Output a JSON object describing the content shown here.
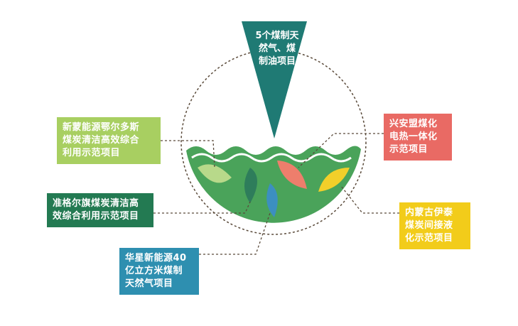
{
  "diagram": {
    "center_label": {
      "lines": [
        "5个煤制天",
        "然气、煤",
        "制油项目"
      ],
      "color": "#1f7a74"
    },
    "bowl_color": "#4aa35a",
    "items": [
      {
        "lines": [
          "新蒙能源鄂尔多斯",
          "煤炭清洁高效综合",
          "利用示范项目"
        ],
        "color": "#a8cf61",
        "leaf_color": "#b8d98a"
      },
      {
        "lines": [
          "准格尔旗煤炭清洁高",
          "效综合利用示范项目"
        ],
        "color": "#237a52",
        "leaf_color": "#2e7d5b"
      },
      {
        "lines": [
          "华星新能源40",
          "亿立方米煤制",
          "天然气项目"
        ],
        "color": "#2e8fb0",
        "leaf_color": "#3c8fc0"
      },
      {
        "lines": [
          "兴安盟煤化",
          "电热一体化",
          "示范项目"
        ],
        "color": "#e96a64",
        "leaf_color": "#ee7e6c"
      },
      {
        "lines": [
          "内蒙古伊泰",
          "煤炭间接液",
          "化示范项目"
        ],
        "color": "#f2cc1a",
        "leaf_color": "#f2cf2a"
      }
    ]
  }
}
